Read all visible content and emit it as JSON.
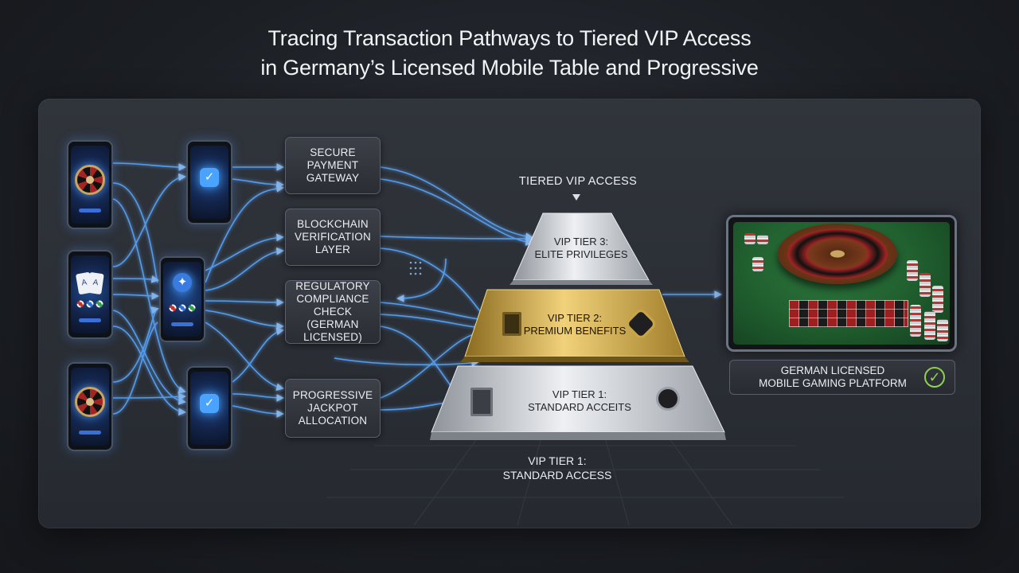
{
  "title": {
    "line1": "Tracing Transaction Pathways to Tiered VIP Access",
    "line2": "in Germany’s Licensed Mobile Table and Progressive"
  },
  "process_boxes": [
    {
      "line1": "SECURE",
      "line2": "PAYMENT",
      "line3": "GATEWAY"
    },
    {
      "line1": "BLOCKCHAIN",
      "line2": "VERIFICATION",
      "line3": "LAYER"
    },
    {
      "line1": "REGULATORY",
      "line2": "COMPLIANCE",
      "line3": "CHECK (GERMAN",
      "line4": "LICENSED)"
    },
    {
      "line1": "PROGRESSIVE",
      "line2": "JACKPOT",
      "line3": "ALLOCATION"
    }
  ],
  "pyramid": {
    "heading": "TIERED VIP ACCESS",
    "tier3": {
      "name": "VIP TIER 3:",
      "desc": "ELITE PRIVILEGES"
    },
    "tier2": {
      "name": "VIP TIER 2:",
      "desc": "PREMIUM BENEFITS"
    },
    "tier1": {
      "name": "VIP TIER 1:",
      "desc": "STANDARD ACCEITS"
    }
  },
  "under_label": {
    "line1": "VIP TIER 1:",
    "line2": "STANDARD ACCESS"
  },
  "platform": {
    "line1": "GERMAN LICENSED",
    "line2": "MOBILE GAMING PLATFORM",
    "icon": "check-circle-icon"
  },
  "colors": {
    "flow_glow": "#5aa8ff",
    "tier_gold": "#c9a545",
    "tier_silver": "#c7cbd1",
    "check_green": "#8fd14f"
  }
}
